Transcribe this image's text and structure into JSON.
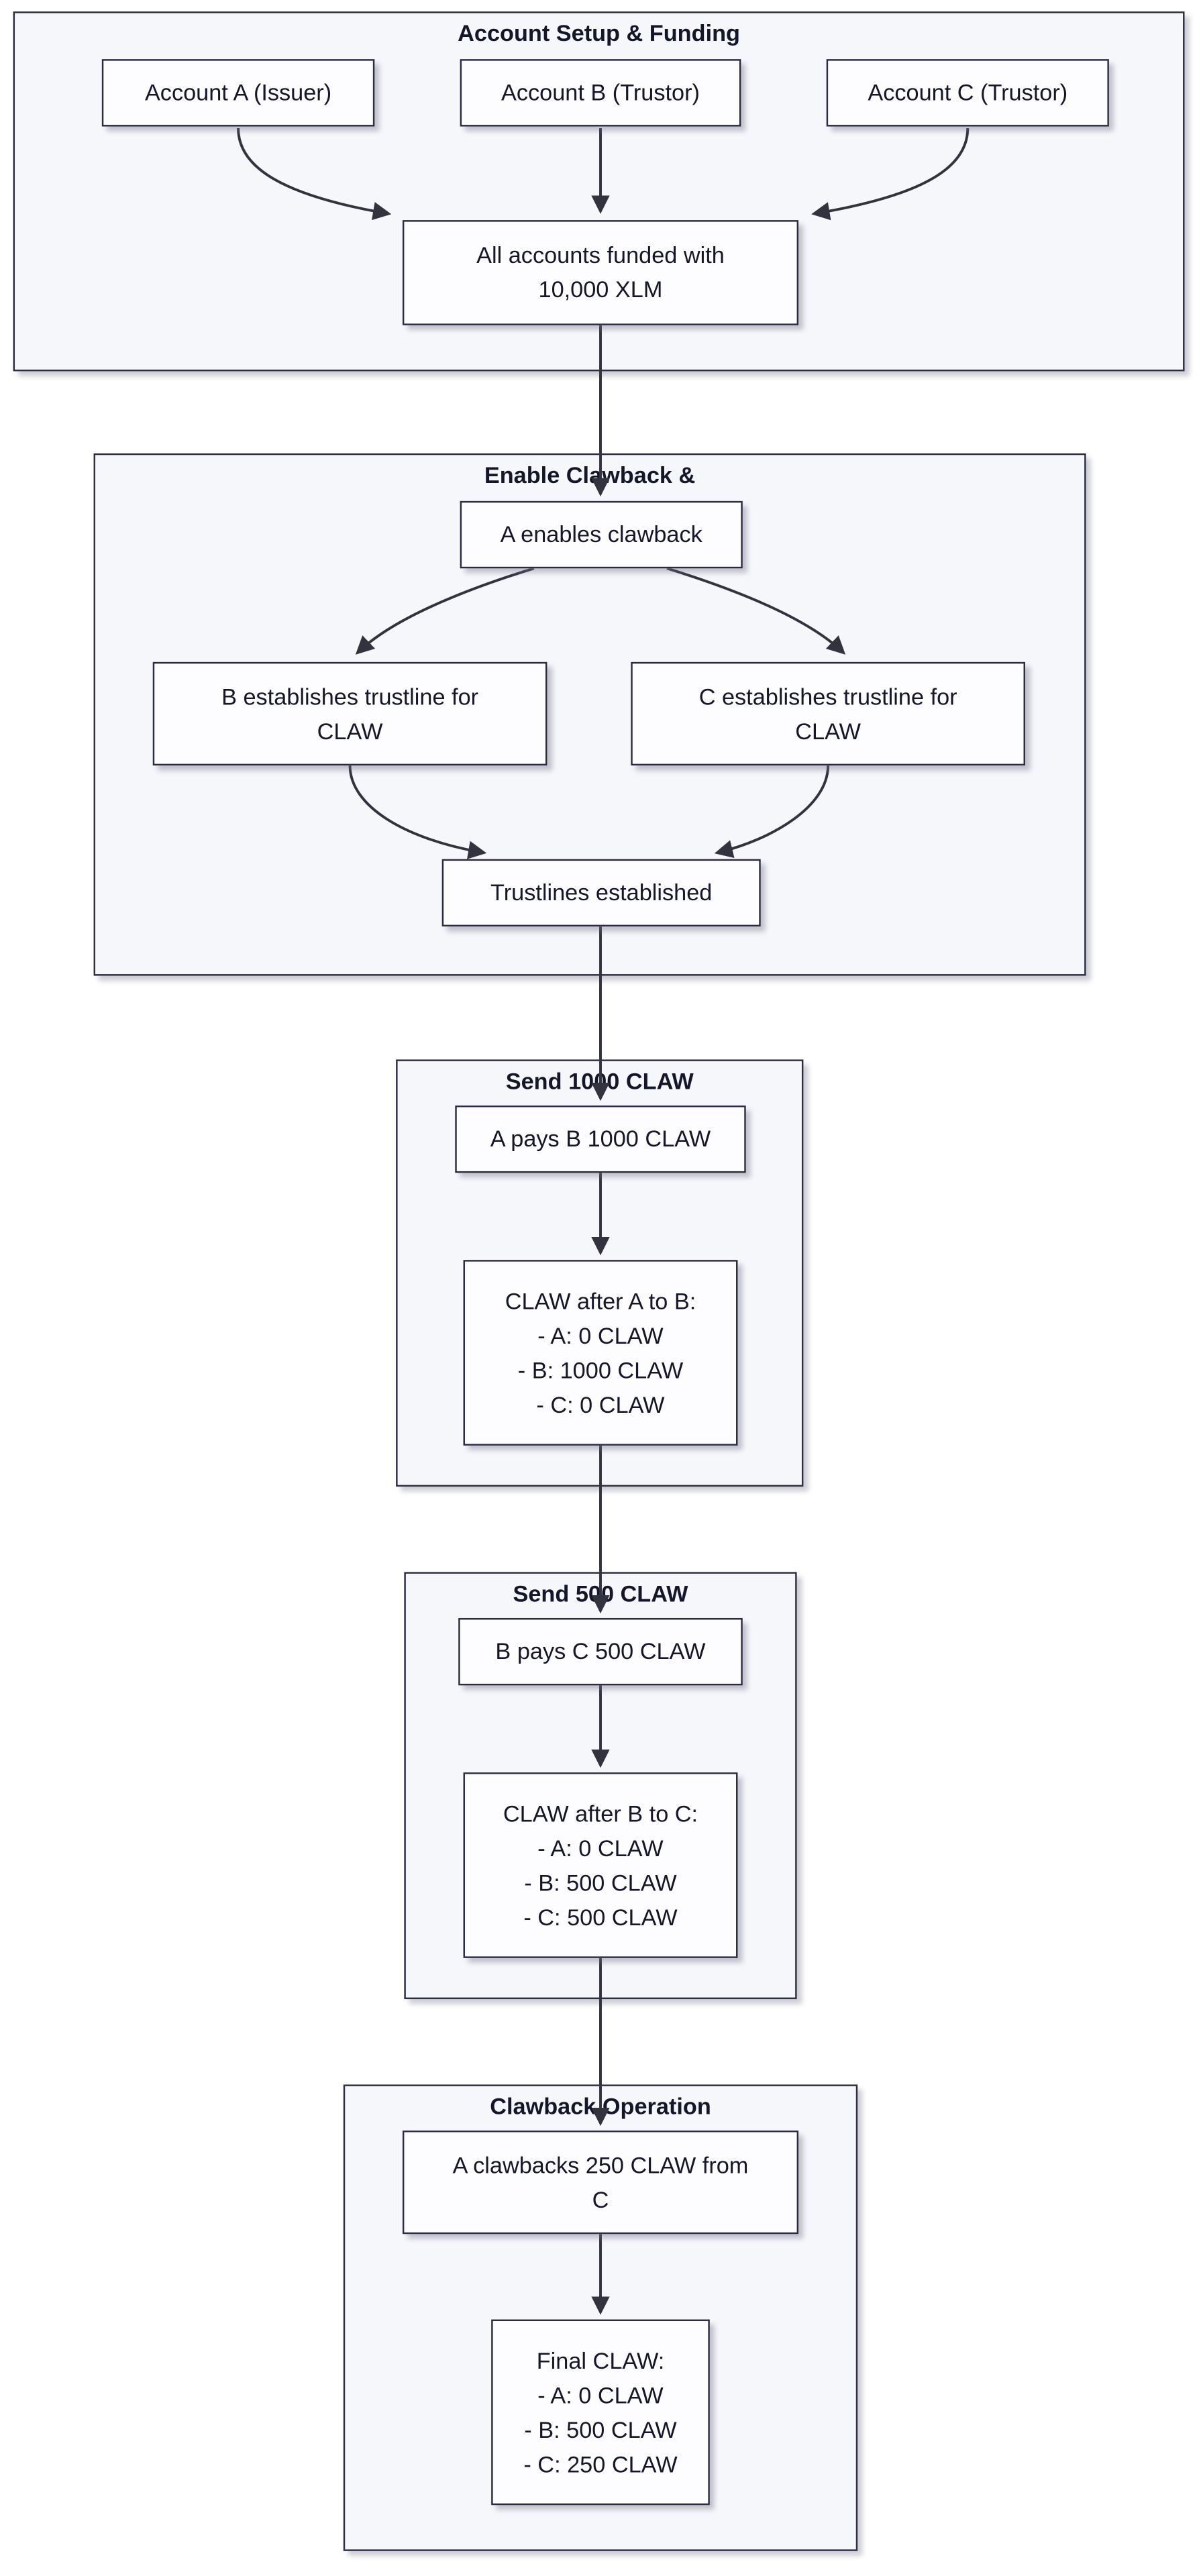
{
  "colors": {
    "node_border": "#2b2b44",
    "node_fill": "#fdfdff",
    "section_fill": "#f6f7fb",
    "arrow": "#333340",
    "text": "#16162b"
  },
  "sections": [
    {
      "title": "Account Setup & Funding",
      "nodes": {
        "accountA": {
          "label": "Account A (Issuer)"
        },
        "accountB": {
          "label": "Account B (Trustor)"
        },
        "accountC": {
          "label": "Account C (Trustor)"
        },
        "funded": {
          "lines": [
            "All accounts funded with",
            "10,000 XLM"
          ]
        }
      }
    },
    {
      "title": "Enable Clawback &",
      "nodes": {
        "enable": {
          "label": "A enables clawback"
        },
        "trustB": {
          "lines": [
            "B establishes trustline for",
            "CLAW"
          ]
        },
        "trustC": {
          "lines": [
            "C establishes trustline for",
            "CLAW"
          ]
        },
        "established": {
          "label": "Trustlines established"
        }
      }
    },
    {
      "title": "Send 1000 CLAW",
      "nodes": {
        "payAB": {
          "label": "A pays B 1000 CLAW"
        },
        "afterAB": {
          "lines": [
            "CLAW after A to B:",
            "- A: 0 CLAW",
            "- B: 1000 CLAW",
            "- C: 0 CLAW"
          ]
        }
      }
    },
    {
      "title": "Send 500 CLAW",
      "nodes": {
        "payBC": {
          "label": "B pays C 500 CLAW"
        },
        "afterBC": {
          "lines": [
            "CLAW after B to C:",
            "- A: 0 CLAW",
            "- B: 500 CLAW",
            "- C: 500 CLAW"
          ]
        }
      }
    },
    {
      "title": "Clawback Operation",
      "nodes": {
        "clawback": {
          "lines": [
            "A clawbacks 250 CLAW from",
            "C"
          ]
        },
        "final": {
          "lines": [
            "Final CLAW:",
            "- A: 0 CLAW",
            "- B: 500 CLAW",
            "- C: 250 CLAW"
          ]
        }
      }
    }
  ]
}
